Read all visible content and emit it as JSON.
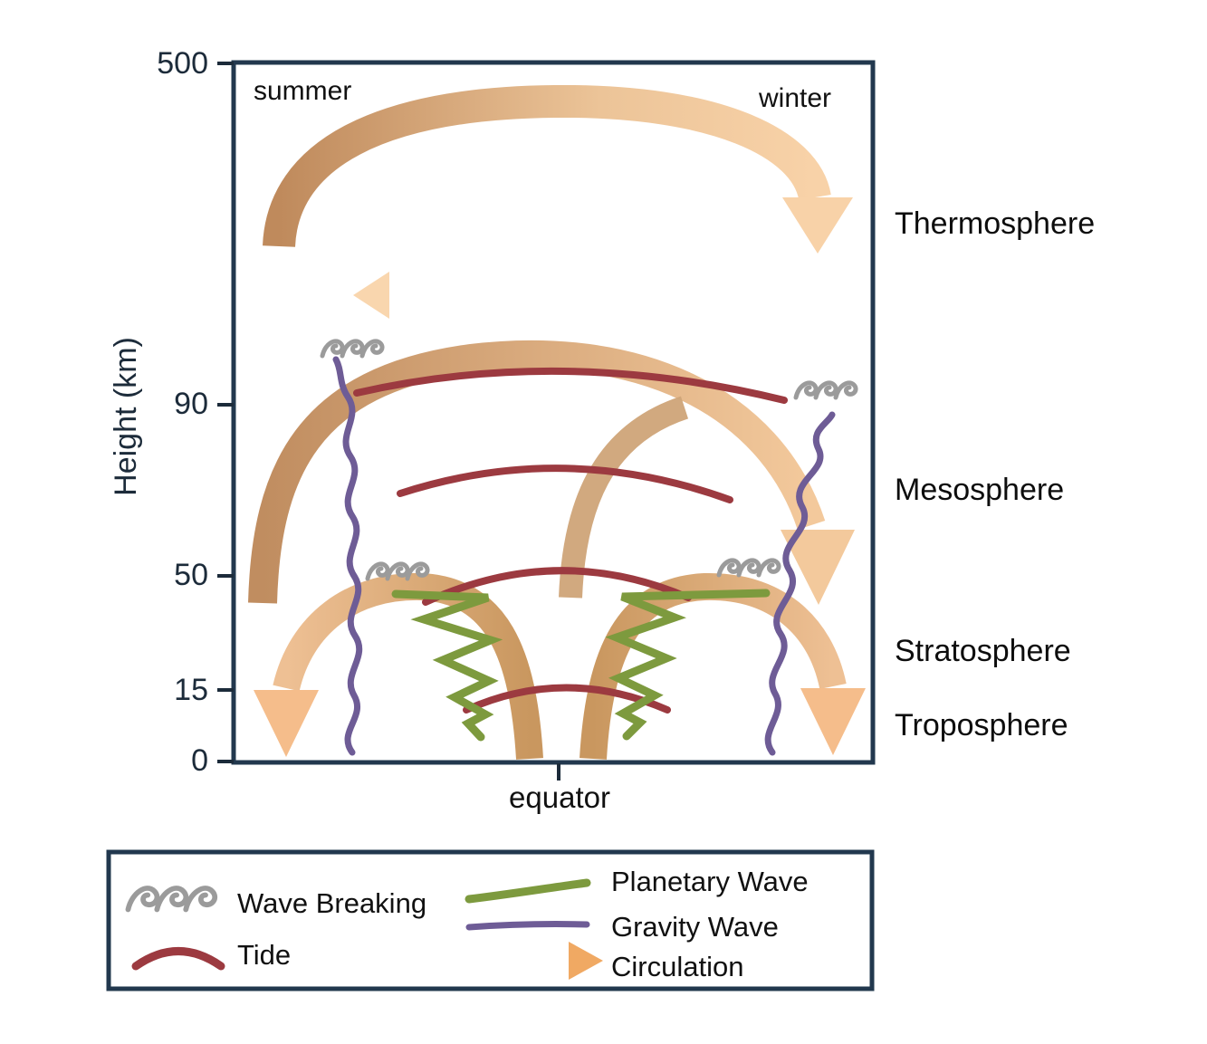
{
  "y_axis": {
    "label": "Height (km)",
    "ticks": [
      "500",
      "90",
      "50",
      "15",
      "0"
    ]
  },
  "x_axis_label": "equator",
  "season_left": "summer",
  "season_right": "winter",
  "layers": {
    "thermosphere": "Thermosphere",
    "mesosphere": "Mesosphere",
    "stratosphere": "Stratosphere",
    "troposphere": "Troposphere"
  },
  "legend": {
    "wave_breaking": "Wave Breaking",
    "tide": "Tide",
    "planetary_wave": "Planetary Wave",
    "gravity_wave": "Gravity Wave",
    "circulation": "Circulation"
  },
  "colors": {
    "border": "#22384e",
    "text": "#1c2b3a",
    "tide": "#9c3a40",
    "gravity_wave": "#6e5c96",
    "planetary_wave": "#7d9a3e",
    "wave_breaking": "#9b9b9b",
    "circulation_dark": "#8a4a10",
    "circulation_tan": "#c9975f",
    "circulation_light": "#f8d2a8"
  }
}
